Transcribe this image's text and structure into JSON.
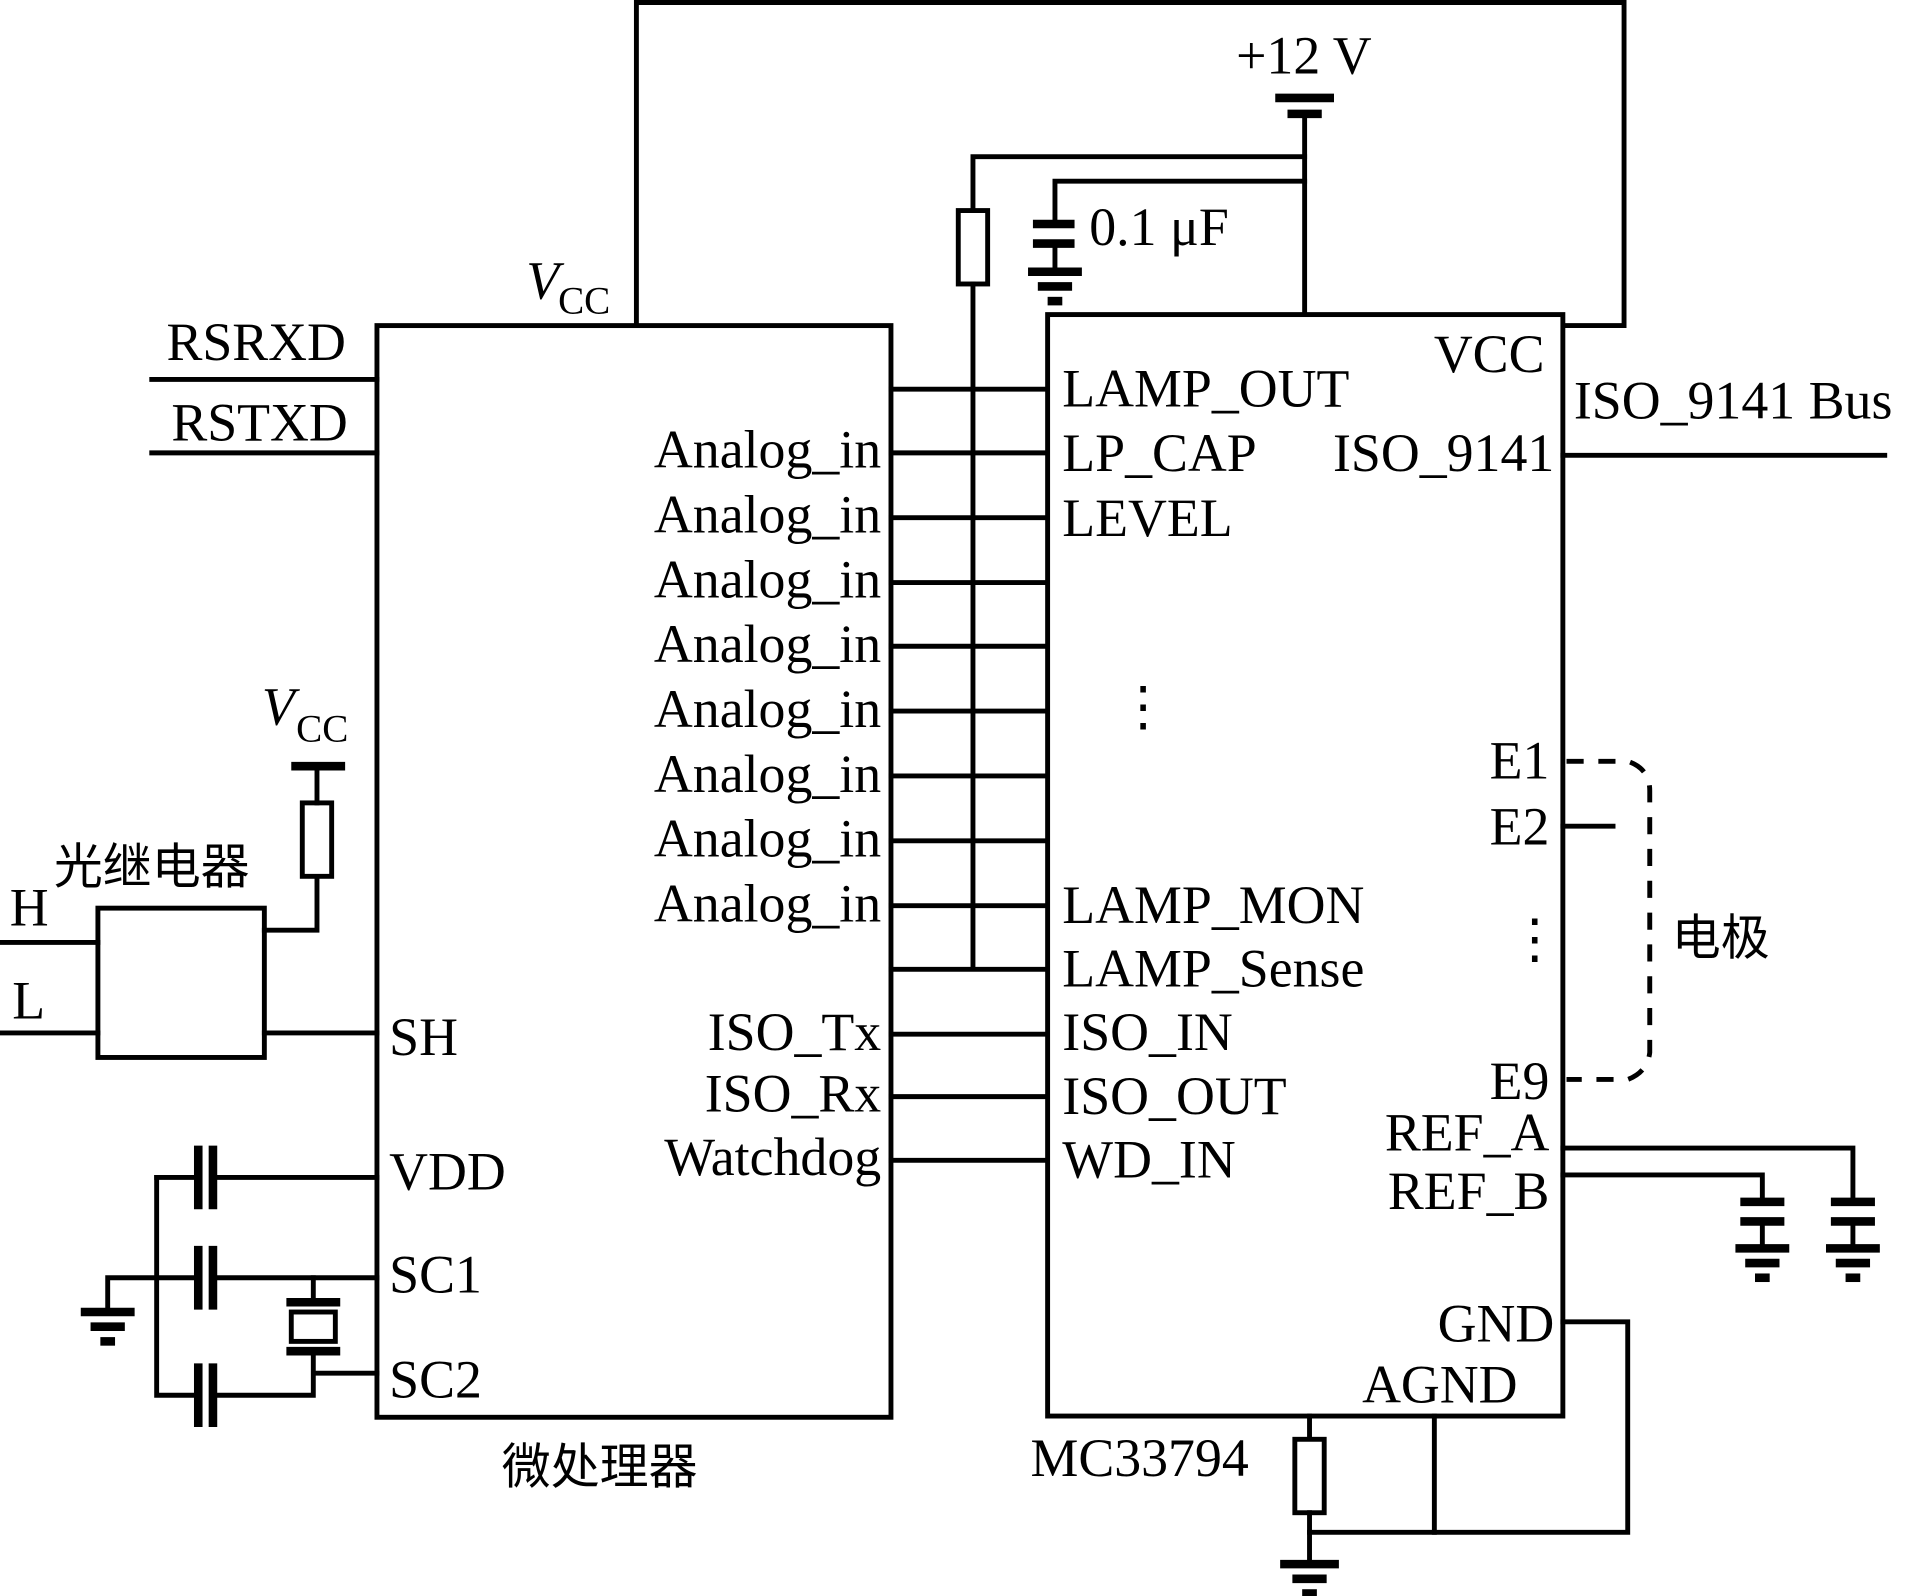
{
  "supply": {
    "label": "+12 V"
  },
  "capacitor_label": "0.1 μF",
  "vcc_main": {
    "v": "V",
    "sub": "CC"
  },
  "vcc_relay": {
    "v": "V",
    "sub": "CC"
  },
  "left_signals": [
    "RSRXD",
    "RSTXD"
  ],
  "relay": {
    "label": "光继电器",
    "inputs": [
      "H",
      "L"
    ]
  },
  "mcu": {
    "caption": "微处理器",
    "left_pins": [
      "SH",
      "VDD",
      "SC1",
      "SC2"
    ],
    "right_pins": [
      "Analog_in",
      "Analog_in",
      "Analog_in",
      "Analog_in",
      "Analog_in",
      "Analog_in",
      "Analog_in",
      "Analog_in",
      "ISO_Tx",
      "ISO_Rx",
      "Watchdog"
    ]
  },
  "ic": {
    "caption": "MC33794",
    "left_pins": [
      "LAMP_OUT",
      "LP_CAP",
      "LEVEL",
      "⋮",
      "LAMP_MON",
      "LAMP_Sense",
      "ISO_IN",
      "ISO_OUT",
      "WD_IN"
    ],
    "right_pins": [
      "VCC",
      "ISO_9141",
      "E1",
      "E2",
      "⋮",
      "E9",
      "REF_A",
      "REF_B",
      "GND",
      "AGND"
    ]
  },
  "bus_label": "ISO_9141 Bus",
  "electrode_label": "电极"
}
